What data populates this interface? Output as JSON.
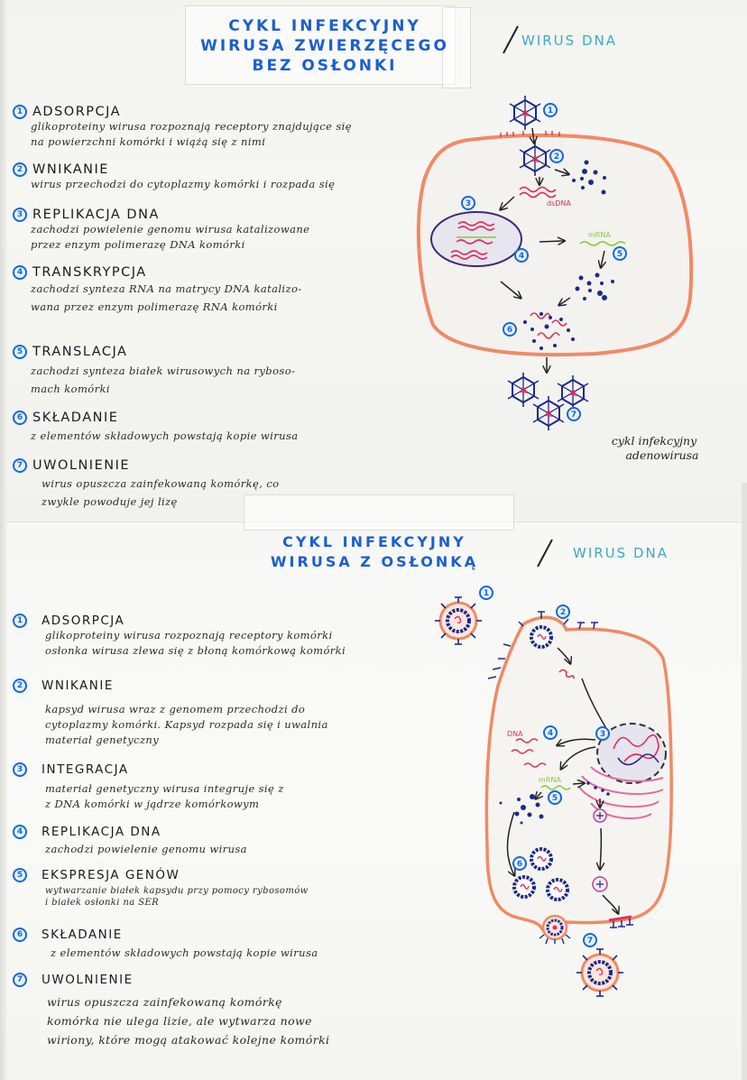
{
  "page": {
    "accent_blue": "#1a5fd0",
    "virus_type_color": "#3fa7c9",
    "cell_membrane_color": "#f08a66",
    "dna_color": "#e0305a",
    "mrna_color": "#8cc63f",
    "capsid_color": "#1c2a8a"
  },
  "section1": {
    "title_lines": [
      "CYKL INFEKCYJNY",
      "WIRUSA ZWIERZĘCEGO",
      "BEZ OSŁONKI"
    ],
    "virus_type": "WIRUS DNA",
    "steps": [
      {
        "num": "1",
        "title": "ADSORPCJA",
        "desc": [
          "glikoproteiny wirusa rozpoznają receptory znajdujące się",
          "na powierzchni komórki i wiążą się z nimi"
        ]
      },
      {
        "num": "2",
        "title": "WNIKANIE",
        "desc": [
          "wirus przechodzi do cytoplazmy komórki i rozpada się"
        ]
      },
      {
        "num": "3",
        "title": "REPLIKACJA DNA",
        "desc": [
          "zachodzi powielenie genomu wirusa katalizowane",
          "przez enzym polimerazę DNA komórki"
        ]
      },
      {
        "num": "4",
        "title": "TRANSKRYPCJA",
        "desc": [
          "zachodzi synteza RNA na matrycy DNA katalizo-",
          "wana przez enzym polimerazę RNA komórki"
        ]
      },
      {
        "num": "5",
        "title": "TRANSLACJA",
        "desc": [
          "zachodzi synteza białek wirusowych na ryboso-",
          "mach komórki"
        ]
      },
      {
        "num": "6",
        "title": "SKŁADANIE",
        "desc": [
          "z elementów składowych powstają kopie wirusa"
        ]
      },
      {
        "num": "7",
        "title": "UWOLNIENIE",
        "desc": [
          "wirus opuszcza zainfekowaną komórkę, co",
          "zwykle powoduje jej lizę"
        ]
      }
    ],
    "diagram": {
      "labels": {
        "dsdna": "dsDNA",
        "mrna": "mRNA"
      },
      "markers": [
        "1",
        "2",
        "3",
        "4",
        "5",
        "6",
        "7"
      ]
    },
    "caption": [
      "cykl infekcyjny",
      "adenowirusa"
    ]
  },
  "section2": {
    "title_lines": [
      "CYKL INFEKCYJNY",
      "WIRUSA Z OSŁONKĄ"
    ],
    "virus_type": "WIRUS DNA",
    "steps": [
      {
        "num": "1",
        "title": "ADSORPCJA",
        "desc": [
          "glikoproteiny wirusa rozpoznają receptory komórki",
          "osłonka wirusa zlewa się z błoną komórkową komórki"
        ]
      },
      {
        "num": "2",
        "title": "WNIKANIE",
        "desc": [
          "kapsyd wirusa wraz z genomem przechodzi do",
          "cytoplazmy komórki. Kapsyd rozpada się i uwalnia",
          "materiał genetyczny"
        ]
      },
      {
        "num": "3",
        "title": "INTEGRACJA",
        "desc": [
          "materiał genetyczny wirusa integruje się z",
          "z DNA komórki w jądrze komórkowym"
        ]
      },
      {
        "num": "4",
        "title": "REPLIKACJA DNA",
        "desc": [
          "zachodzi powielenie genomu wirusa"
        ]
      },
      {
        "num": "5",
        "title": "EKSPRESJA GENÓW",
        "desc": [
          "wytwarzanie białek kapsydu przy pomocy rybosomów",
          "i białek osłonki na SER"
        ]
      },
      {
        "num": "6",
        "title": "SKŁADANIE",
        "desc": [
          "z elementów składowych powstają kopie wirusa"
        ]
      },
      {
        "num": "7",
        "title": "UWOLNIENIE",
        "desc": [
          "wirus opuszcza zainfekowaną komórkę",
          "komórka nie ulega lizie, ale wytwarza nowe",
          "wiriony, które mogą atakować kolejne komórki"
        ]
      }
    ],
    "diagram": {
      "labels": {
        "dna": "DNA",
        "mrna": "mRNA"
      },
      "markers": [
        "1",
        "2",
        "3",
        "4",
        "5",
        "6",
        "7"
      ]
    }
  }
}
